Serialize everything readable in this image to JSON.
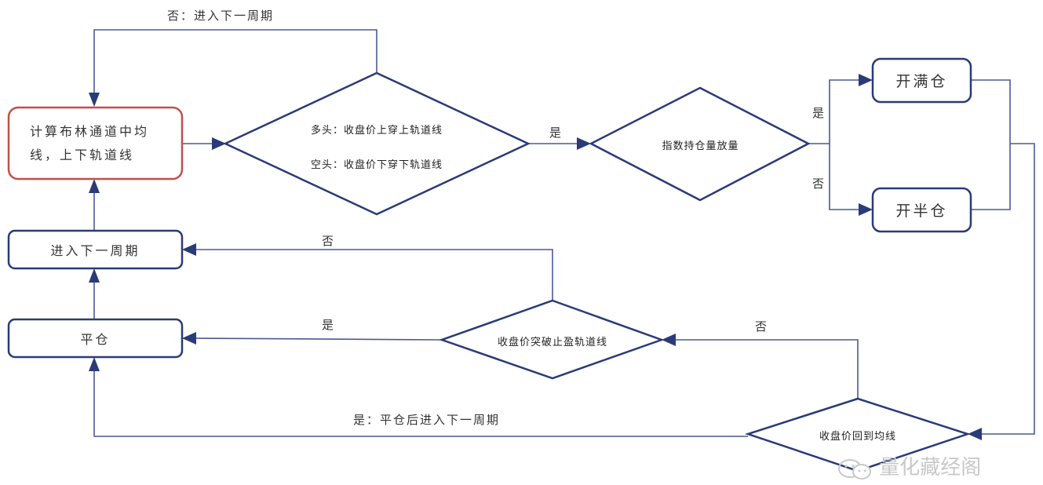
{
  "colors": {
    "line": "#2b3a78",
    "connector": "#4a5a94",
    "start_border": "#c0504d",
    "text": "#333333"
  },
  "nodes": {
    "start": {
      "text_line1": "计算布林通道中均",
      "text_line2": "线，上下轨道线"
    },
    "signal_decision": {
      "line1": "多头：收盘价上穿上轨道线",
      "line2": "空头：收盘价下穿下轨道线"
    },
    "oi_decision": {
      "text": "指数持仓量放量"
    },
    "full_position": {
      "text": "开满仓"
    },
    "half_position": {
      "text": "开半仓"
    },
    "next_period": {
      "text": "进入下一周期"
    },
    "close_position": {
      "text": "平仓"
    },
    "stop_profit_decision": {
      "text": "收盘价突破止盈轨道线"
    },
    "mean_revert_decision": {
      "text": "收盘价回到均线"
    }
  },
  "edge_labels": {
    "top_loop": "否：进入下一周期",
    "signal_yes": "是",
    "oi_yes": "是",
    "oi_no": "否",
    "stop_no": "否",
    "stop_yes": "是",
    "revert_no": "否",
    "revert_yes": "是：平仓后进入下一周期"
  },
  "watermark": {
    "icon": "wechat-icon",
    "text": "量化藏经阁"
  }
}
